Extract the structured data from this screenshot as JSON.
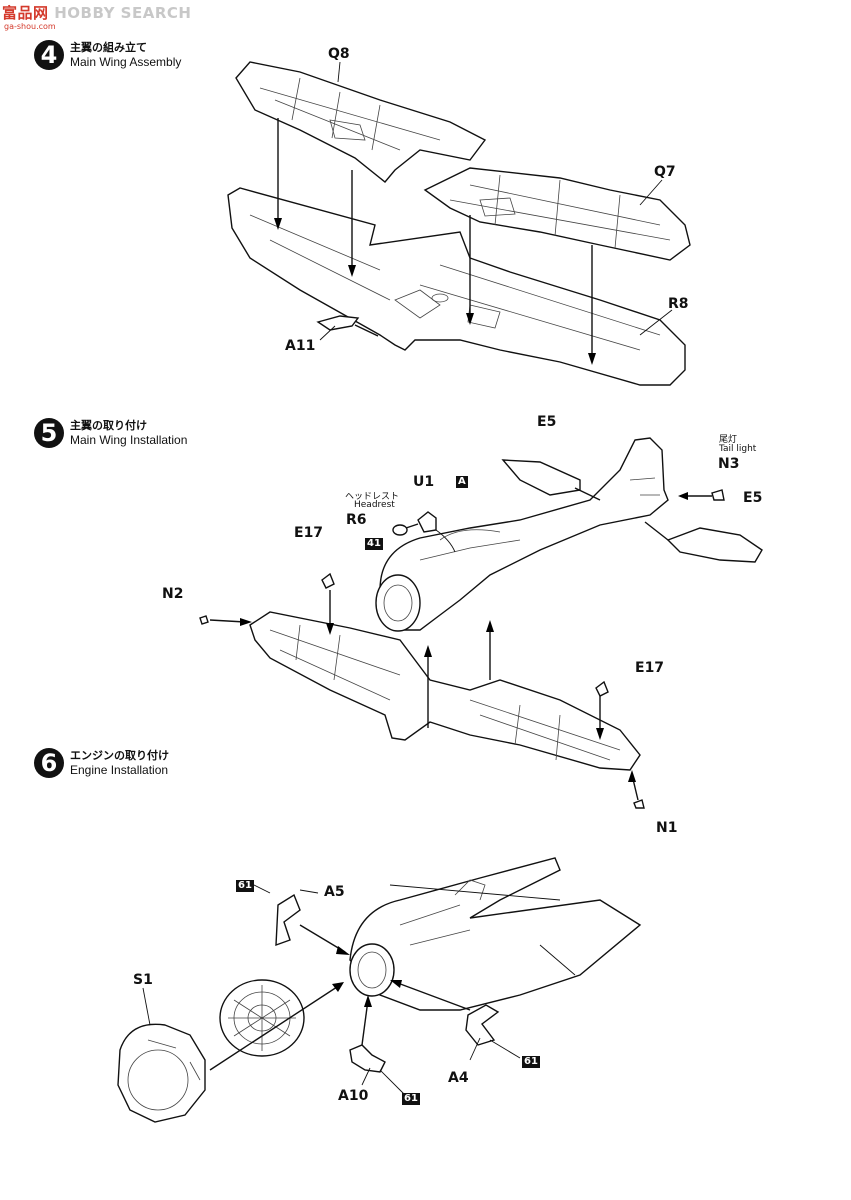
{
  "watermark": {
    "brand_cn": "富品网",
    "brand_en": "HOBBY SEARCH",
    "sub": "ga-shou.com"
  },
  "steps": [
    {
      "num": "4",
      "ja": "主翼の組み立て",
      "en": "Main Wing Assembly"
    },
    {
      "num": "5",
      "ja": "主翼の取り付け",
      "en": "Main Wing Installation"
    },
    {
      "num": "6",
      "ja": "エンジンの取り付け",
      "en": "Engine Installation"
    }
  ],
  "labels": {
    "q8": "Q8",
    "q7": "Q7",
    "r8": "R8",
    "a11": "A11",
    "e5_top": "E5",
    "e5_right": "E5",
    "u1": "U1",
    "r6": "R6",
    "headrest_ja": "ヘッドレスト",
    "headrest_en": "Headrest",
    "tail_ja": "尾灯",
    "tail_en": "Tail light",
    "n3": "N3",
    "e17_left": "E17",
    "e17_right": "E17",
    "n2": "N2",
    "n1": "N1",
    "a5": "A5",
    "s1": "S1",
    "a4": "A4",
    "a10": "A10"
  },
  "paint_codes": {
    "a": "A",
    "c41": "41",
    "c61_a": "61",
    "c61_b": "61",
    "c61_c": "61"
  }
}
